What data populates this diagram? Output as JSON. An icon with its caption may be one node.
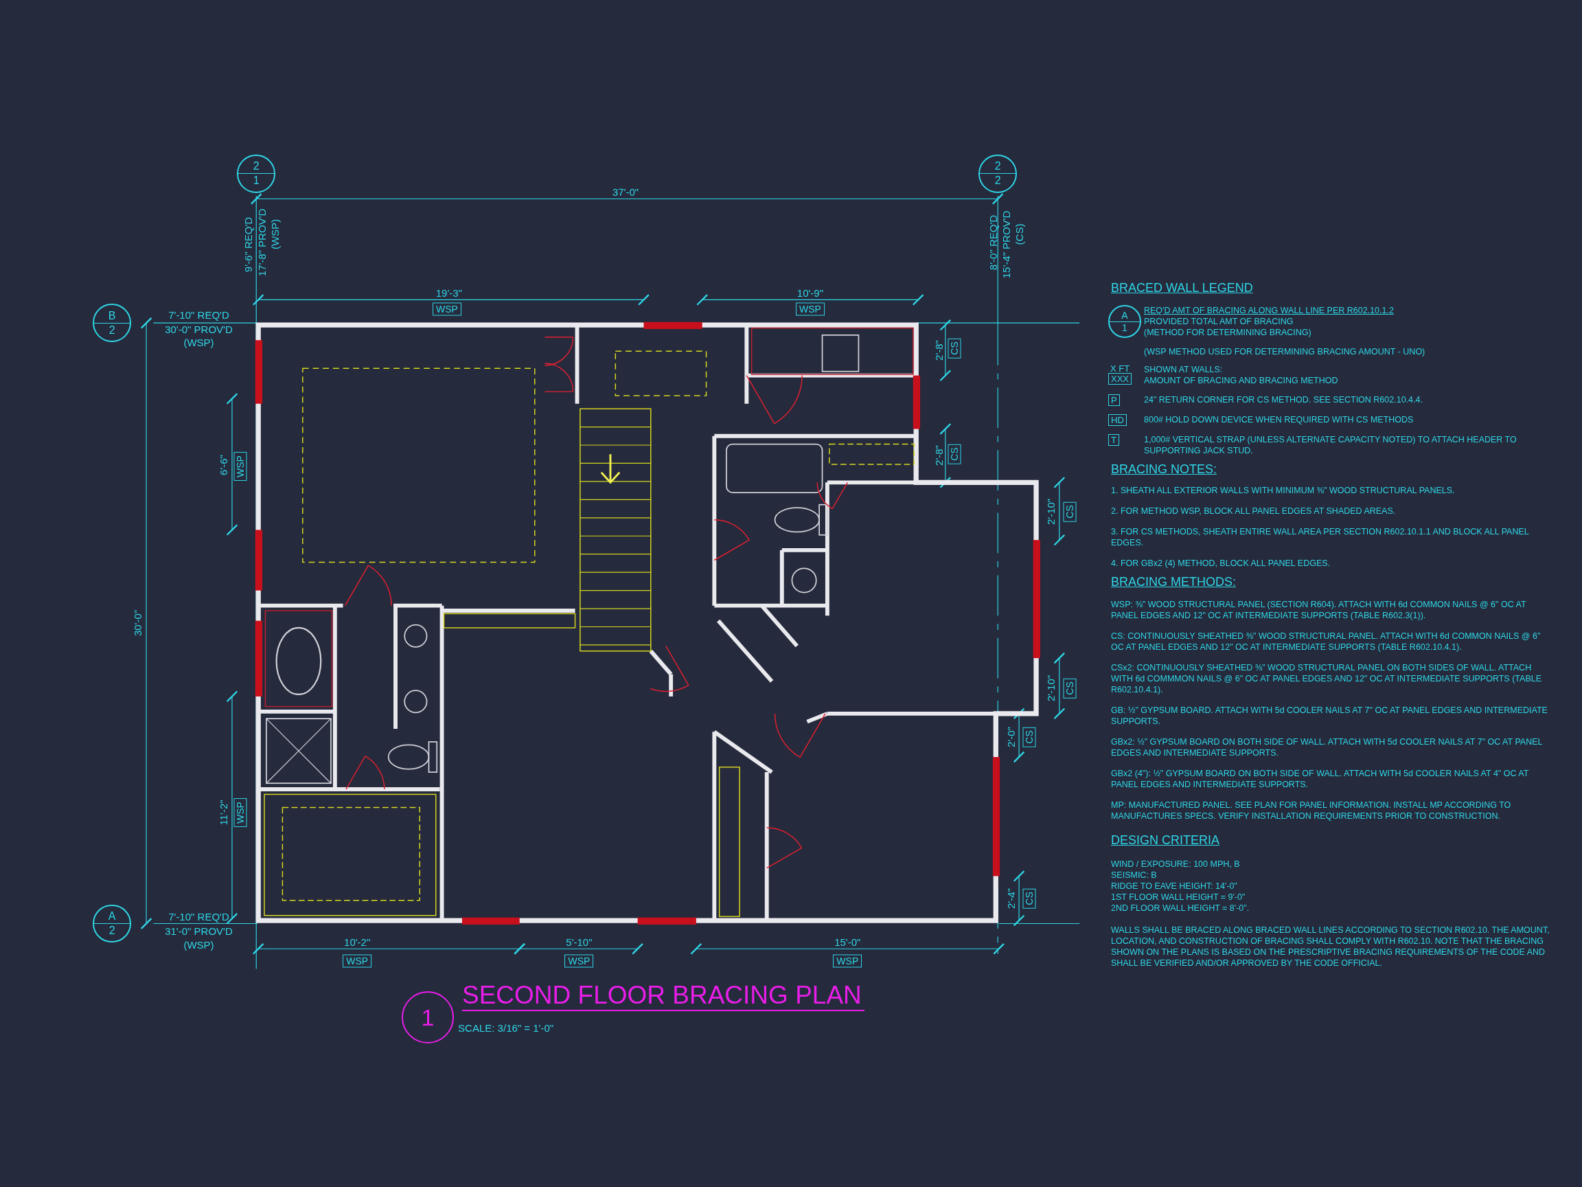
{
  "diagram": {
    "title": "SECOND FLOOR BRACING PLAN",
    "nodes": [
      {
        "text": [
          "2",
          "1"
        ]
      },
      {
        "text": [
          "2",
          "2"
        ]
      },
      {
        "text": [
          "B",
          "2"
        ]
      },
      {
        "text": [
          "A",
          "2"
        ]
      },
      {
        "text": [
          "WSP"
        ]
      },
      {
        "text": [
          "WSP"
        ]
      },
      {
        "text": [
          "CS"
        ]
      },
      {
        "text": [
          "CS"
        ]
      },
      {
        "text": [
          "WSP"
        ]
      },
      {
        "text": [
          "CS"
        ]
      },
      {
        "text": [
          "CS"
        ]
      },
      {
        "text": [
          "CS"
        ]
      },
      {
        "text": [
          "WSP"
        ]
      },
      {
        "text": [
          "CS"
        ]
      },
      {
        "text": [
          "WSP"
        ]
      },
      {
        "text": [
          "WSP"
        ]
      },
      {
        "text": [
          "WSP"
        ]
      },
      {
        "text": [
          "1"
        ]
      },
      {
        "text": [
          "A",
          "1"
        ]
      },
      {
        "text": [
          "X FT",
          "XXX"
        ]
      },
      {
        "text": [
          "P"
        ]
      },
      {
        "text": [
          "HD"
        ]
      },
      {
        "text": [
          "T"
        ]
      }
    ],
    "labels": [
      "37'-0\"",
      "9'-6\" REQ'D",
      "17'-8\" PROV'D",
      "(WSP)",
      "8'-0\" REQ'D",
      "15'-4\" PROV'D",
      "(CS)",
      "19'-3\"",
      "10'-9\"",
      "7'-10\" REQ'D",
      "30'-0\" PROV'D",
      "(WSP)",
      "2'-8\"",
      "2'-8\"",
      "6'-6\"",
      "2'-10\"",
      "30'-0\"",
      "2'-10\"",
      "2'-0\"",
      "11'-2\"",
      "2'-4\"",
      "7'-10\" REQ'D",
      "31'-0\" PROV'D",
      "(WSP)",
      "10'-2\"",
      "5'-10\"",
      "15'-0\"",
      "BRACED WALL LEGEND",
      "REQ'D AMT OF BRACING ALONG WALL LINE PER R602.10.1.2",
      "PROVIDED TOTAL AMT OF BRACING",
      "(METHOD FOR DETERMINING BRACING)",
      "(WSP METHOD USED FOR DETERMINING BRACING AMOUNT - UNO)",
      "SHOWN AT WALLS:",
      "AMOUNT OF BRACING AND BRACING METHOD",
      "24\" RETURN CORNER FOR CS METHOD.  SEE SECTION R602.10.4.4.",
      "800# HOLD DOWN DEVICE WHEN REQUIRED WITH CS METHODS",
      "1,000# VERTICAL STRAP (UNLESS ALTERNATE CAPACITY NOTED) TO ATTACH HEADER TO SUPPORTING JACK STUD.",
      "BRACING NOTES:",
      "1. SHEATH ALL EXTERIOR WALLS WITH MINIMUM ⅜\" WOOD STRUCTURAL PANELS.",
      "2. FOR METHOD WSP, BLOCK ALL PANEL EDGES AT SHADED AREAS.",
      "3. FOR CS METHODS, SHEATH ENTIRE WALL AREA PER SECTION R602.10.1.1 AND BLOCK ALL PANEL EDGES.",
      "4. FOR GBx2 (4) METHOD, BLOCK ALL PANEL EDGES.",
      "BRACING METHODS:",
      "WSP: ⅜\" WOOD STRUCTURAL PANEL (SECTION R604). ATTACH WITH 6d COMMON NAILS @ 6\" OC AT PANEL EDGES AND 12\" OC AT INTERMEDIATE SUPPORTS (TABLE R602.3(1)).",
      "CS: CONTINUOUSLY SHEATHED ⅜\" WOOD STRUCTURAL PANEL. ATTACH WITH 6d COMMON NAILS @ 6\" OC AT PANEL EDGES AND 12\" OC AT INTERMEDIATE SUPPORTS (TABLE R602.10.4.1).",
      "CSx2: CONTINUOUSLY SHEATHED ⅜\" WOOD STRUCTURAL PANEL ON BOTH SIDES OF WALL. ATTACH WITH 6d COMMMON NAILS @ 6\" OC AT PANEL EDGES AND 12\" OC AT INTERMEDIATE SUPPORTS (TABLE R602.10.4.1).",
      "GB: ½\" GYPSUM BOARD. ATTACH WITH 5d COOLER NAILS AT 7\" OC AT PANEL EDGES AND INTERMEDIATE SUPPORTS.",
      "GBx2: ½\" GYPSUM BOARD ON BOTH SIDE OF WALL. ATTACH WITH 5d COOLER NAILS AT 7\" OC AT PANEL EDGES AND INTERMEDIATE SUPPORTS.",
      "GBx2 (4\"): ½\" GYPSUM BOARD ON BOTH SIDE OF WALL. ATTACH WITH 5d COOLER NAILS AT 4\" OC AT PANEL EDGES AND INTERMEDIATE SUPPORTS.",
      "MP: MANUFACTURED PANEL. SEE PLAN FOR PANEL INFORMATION. INSTALL MP ACCORDING TO MANUFACTURES SPECS. VERIFY INSTALLATION REQUIREMENTS PRIOR TO CONSTRUCTION.",
      "DESIGN CRITERIA",
      "WIND / EXPOSURE:  100 MPH, B",
      "SEISMIC:  B",
      "RIDGE TO EAVE HEIGHT: 14'-0\"",
      "1ST FLOOR WALL HEIGHT = 9'-0\"",
      "2ND FLOOR WALL HEIGHT = 8'-0\".",
      "WALLS SHALL BE BRACED ALONG BRACED WALL LINES ACCORDING TO SECTION R602.10. THE AMOUNT, LOCATION, AND CONSTRUCTION OF BRACING SHALL COMPLY WITH R602.10. NOTE THAT THE BRACING SHOWN ON THE PLANS IS BASED ON THE PRESCRIPTIVE BRACING REQUIREMENTS OF THE CODE AND SHALL BE VERIFIED AND/OR APPROVED BY THE CODE OFFICIAL.",
      "SCALE: 3/16\" = 1'-0\""
    ]
  }
}
